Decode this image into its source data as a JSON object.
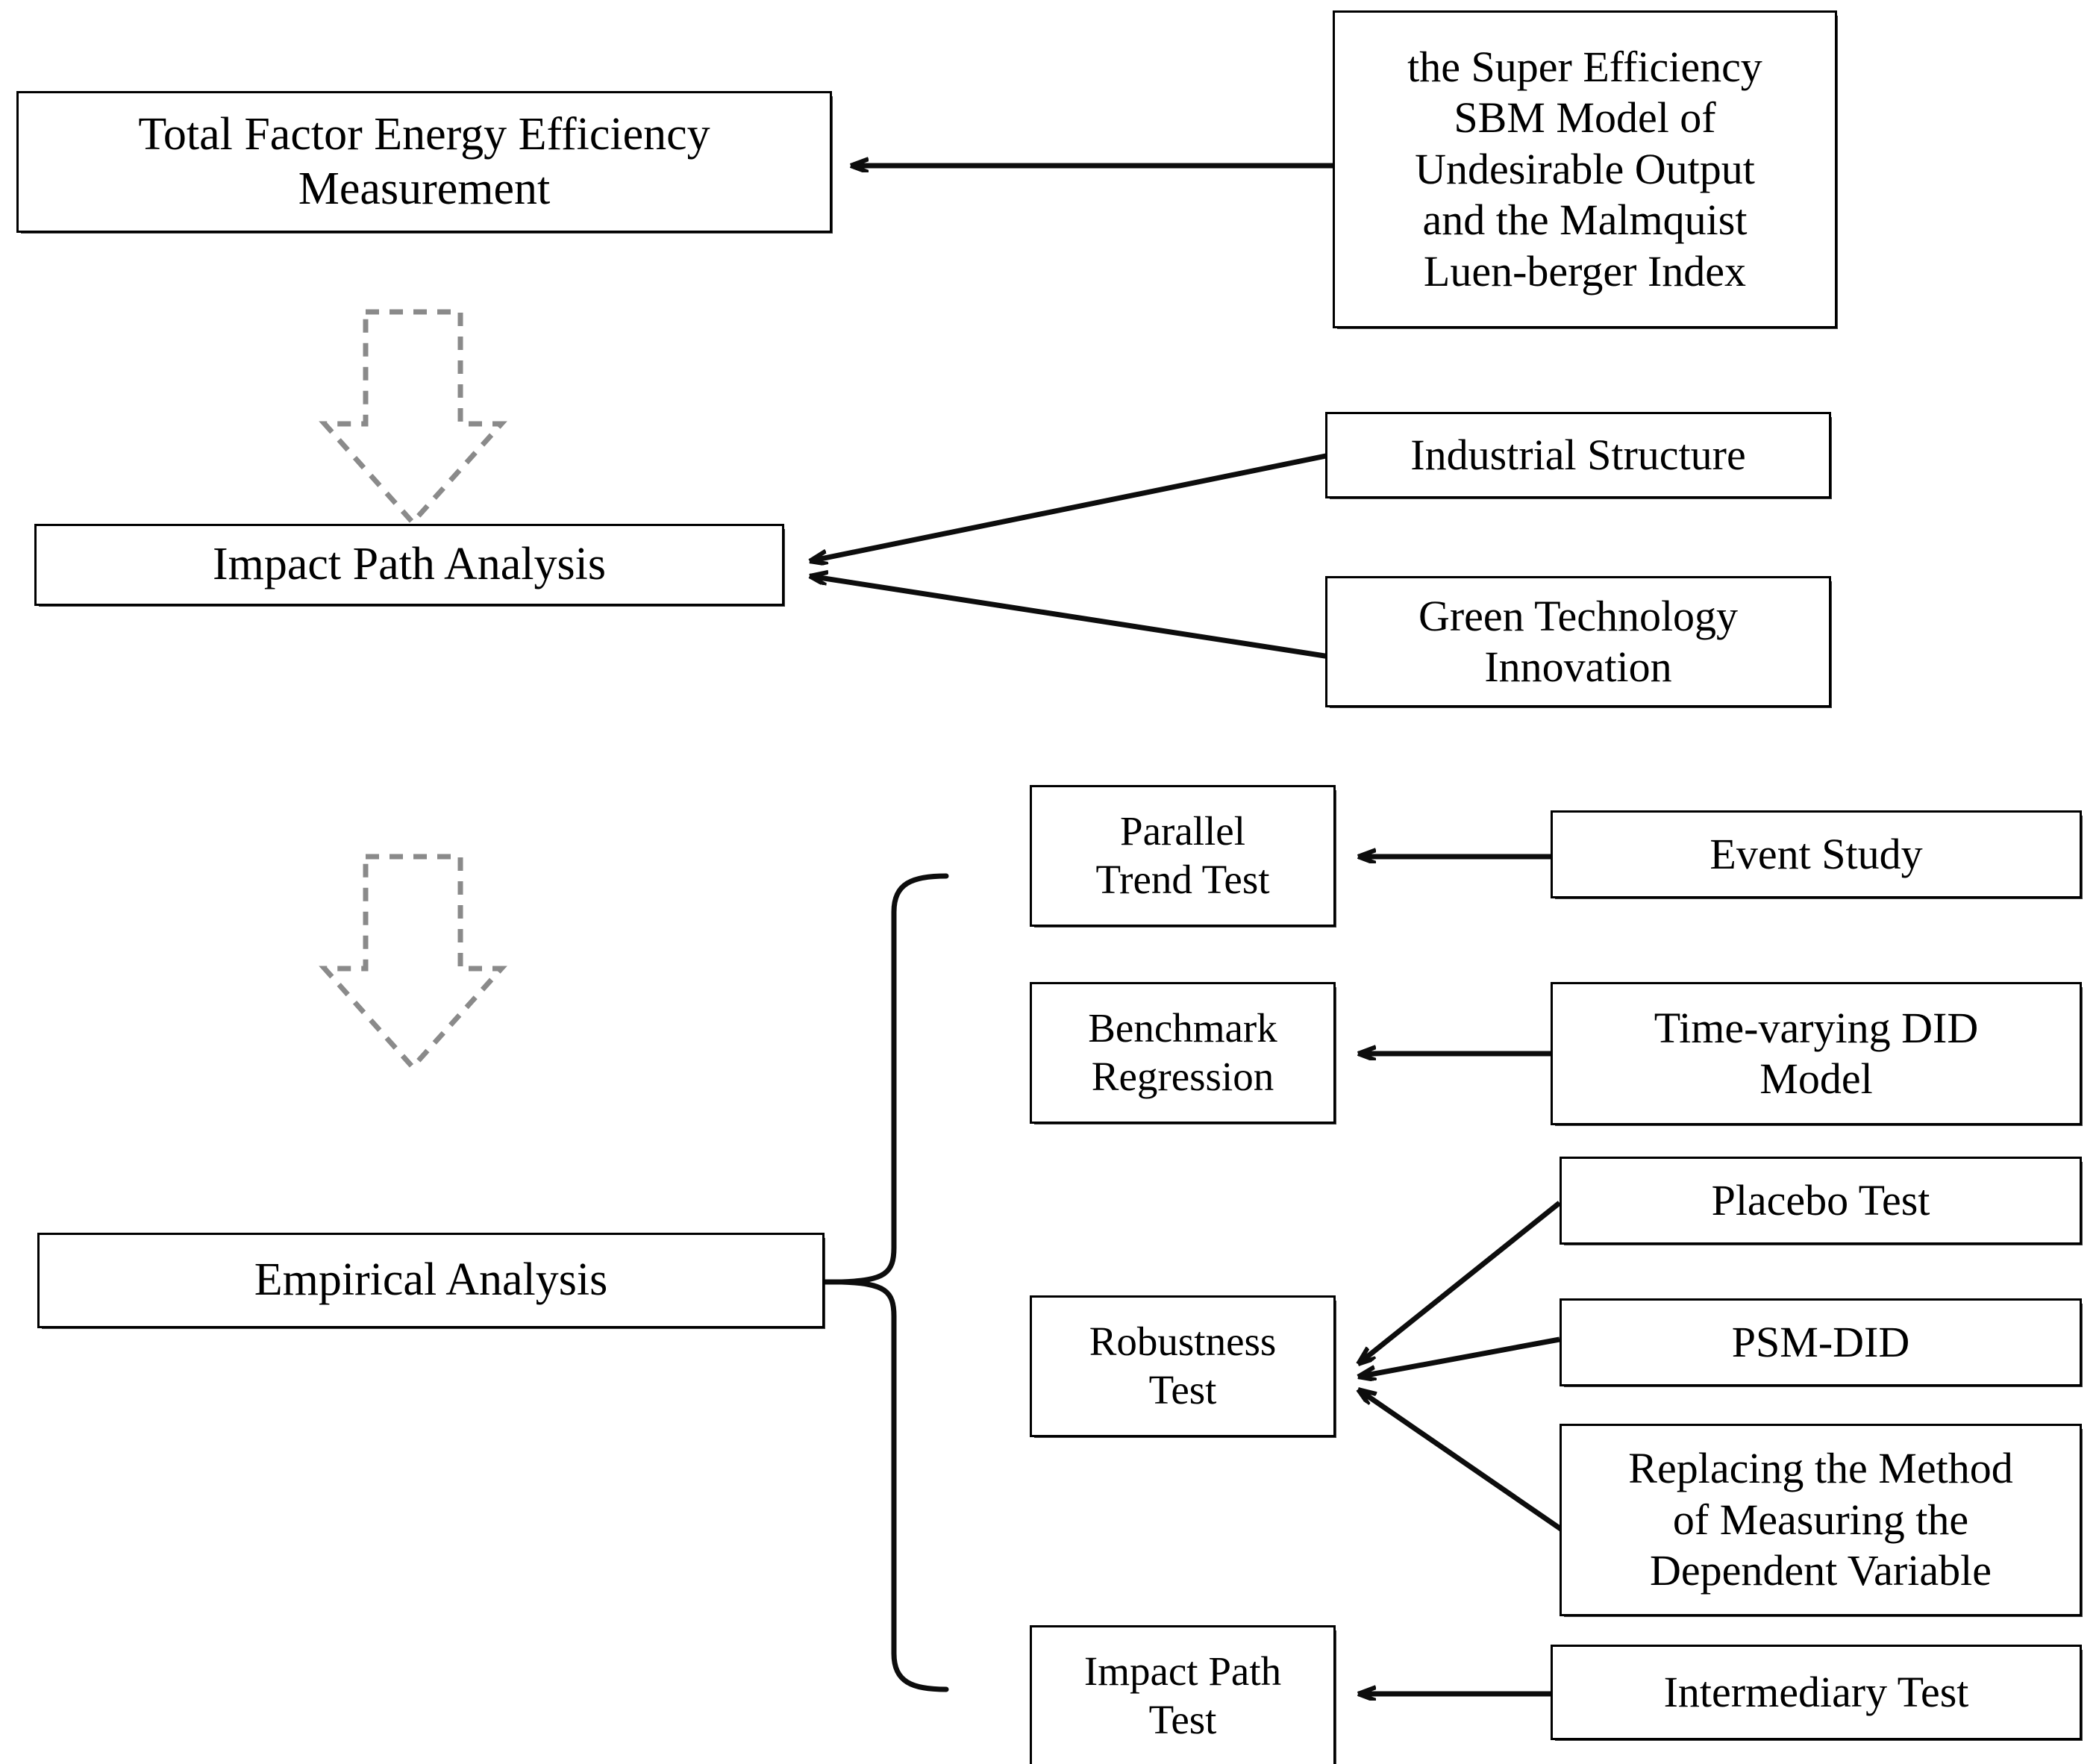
{
  "diagram": {
    "title": "Research Framework Flowchart",
    "stroke_color": "#0d0d0d",
    "dashed_color": "#8a8a8a",
    "background": "#ffffff",
    "nodes": {
      "tfee_measurement": "Total Factor Energy Efficiency\nMeasurement",
      "super_efficiency_model": "the Super Efficiency\nSBM  Model of\nUndesirable Output\nand the Malmquist\nLuen-berger Index",
      "impact_path_analysis": "Impact Path Analysis",
      "industrial_structure": "Industrial Structure",
      "green_tech_innovation": "Green Technology\nInnovation",
      "empirical_analysis": "Empirical Analysis",
      "parallel_trend_test": "Parallel\nTrend Test",
      "event_study": "Event Study",
      "benchmark_regression": "Benchmark\nRegression",
      "time_varying_did": "Time-varying DID\nModel",
      "robustness_test": "Robustness\nTest",
      "placebo_test": "Placebo Test",
      "psm_did": "PSM-DID",
      "replacing_method": "Replacing the Method\nof Measuring the\nDependent Variable",
      "impact_path_test": "Impact Path\nTest",
      "intermediary_test": "Intermediary Test"
    }
  }
}
